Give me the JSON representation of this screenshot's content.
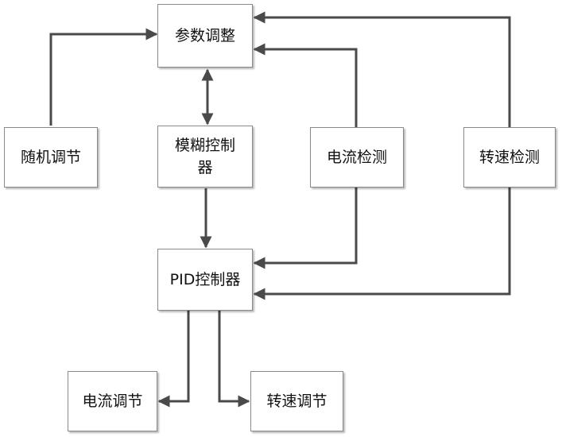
{
  "nodes": {
    "param_adjust": "参数调整",
    "random_adjust": "随机调节",
    "fuzzy_controller": "模糊控制器",
    "current_detect": "电流检测",
    "speed_detect": "转速检测",
    "pid_controller": "PID控制器",
    "current_adjust": "电流调节",
    "speed_adjust": "转速调节"
  },
  "edges": [
    {
      "from": "random_adjust",
      "to": "param_adjust"
    },
    {
      "from": "fuzzy_controller",
      "to": "param_adjust",
      "bidirectional": true
    },
    {
      "from": "current_detect",
      "to": "param_adjust"
    },
    {
      "from": "speed_detect",
      "to": "param_adjust"
    },
    {
      "from": "fuzzy_controller",
      "to": "pid_controller"
    },
    {
      "from": "current_detect",
      "to": "pid_controller"
    },
    {
      "from": "speed_detect",
      "to": "pid_controller"
    },
    {
      "from": "pid_controller",
      "to": "current_adjust"
    },
    {
      "from": "pid_controller",
      "to": "speed_adjust"
    }
  ],
  "colors": {
    "line": "#4a4a4a",
    "border": "#8a8a8a"
  }
}
